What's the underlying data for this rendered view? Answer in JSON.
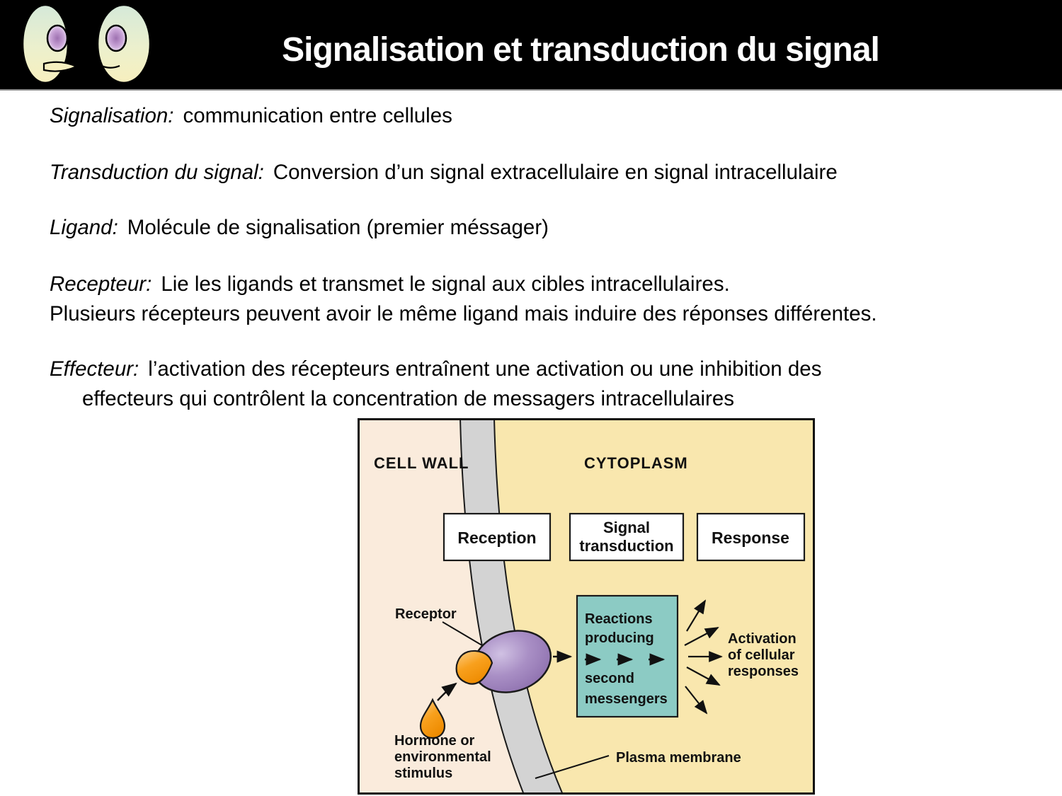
{
  "header": {
    "title": "Signalisation et transduction du signal"
  },
  "definitions": [
    {
      "term": "Signalisation:",
      "text": "communication entre cellules"
    },
    {
      "term": "Transduction du signal:",
      "text": "Conversion d’un signal extracellulaire en signal intracellulaire"
    },
    {
      "term": "Ligand:",
      "text": "Molécule de signalisation (premier méssager)"
    },
    {
      "term": "Recepteur:",
      "text": "Lie les ligands et transmet le signal aux cibles intracellulaires.",
      "text2": "Plusieurs récepteurs peuvent avoir le même ligand mais induire des réponses différentes."
    },
    {
      "term": "Effecteur:",
      "text": "l’activation des récepteurs entraînent une activation ou une inhibition des",
      "text2": "effecteurs qui contrôlent la concentration de messagers intracellulaires"
    }
  ],
  "diagram": {
    "cell_wall_label": "CELL WALL",
    "cytoplasm_label": "CYTOPLASM",
    "stages": {
      "reception": "Reception",
      "signal_line1": "Signal",
      "signal_line2": "transduction",
      "response": "Response"
    },
    "receptor_label": "Receptor",
    "reactions_box": {
      "line1": "Reactions",
      "line2": "producing",
      "line3": "second",
      "line4": "messengers"
    },
    "activation": {
      "line1": "Activation",
      "line2": "of cellular",
      "line3": "responses"
    },
    "hormone": {
      "line1": "Hormone or",
      "line2": "environmental",
      "line3": "stimulus"
    },
    "membrane_label": "Plasma membrane",
    "colors": {
      "header_bg": "#000000",
      "cell_wall": "#FAEBDC",
      "cytoplasm": "#F9E7AE",
      "membrane": "#D3D3D3",
      "reactions_fill": "#8CCBC4",
      "receptor_purple": "#9478B4",
      "ligand_orange": "#F9A11B"
    }
  }
}
